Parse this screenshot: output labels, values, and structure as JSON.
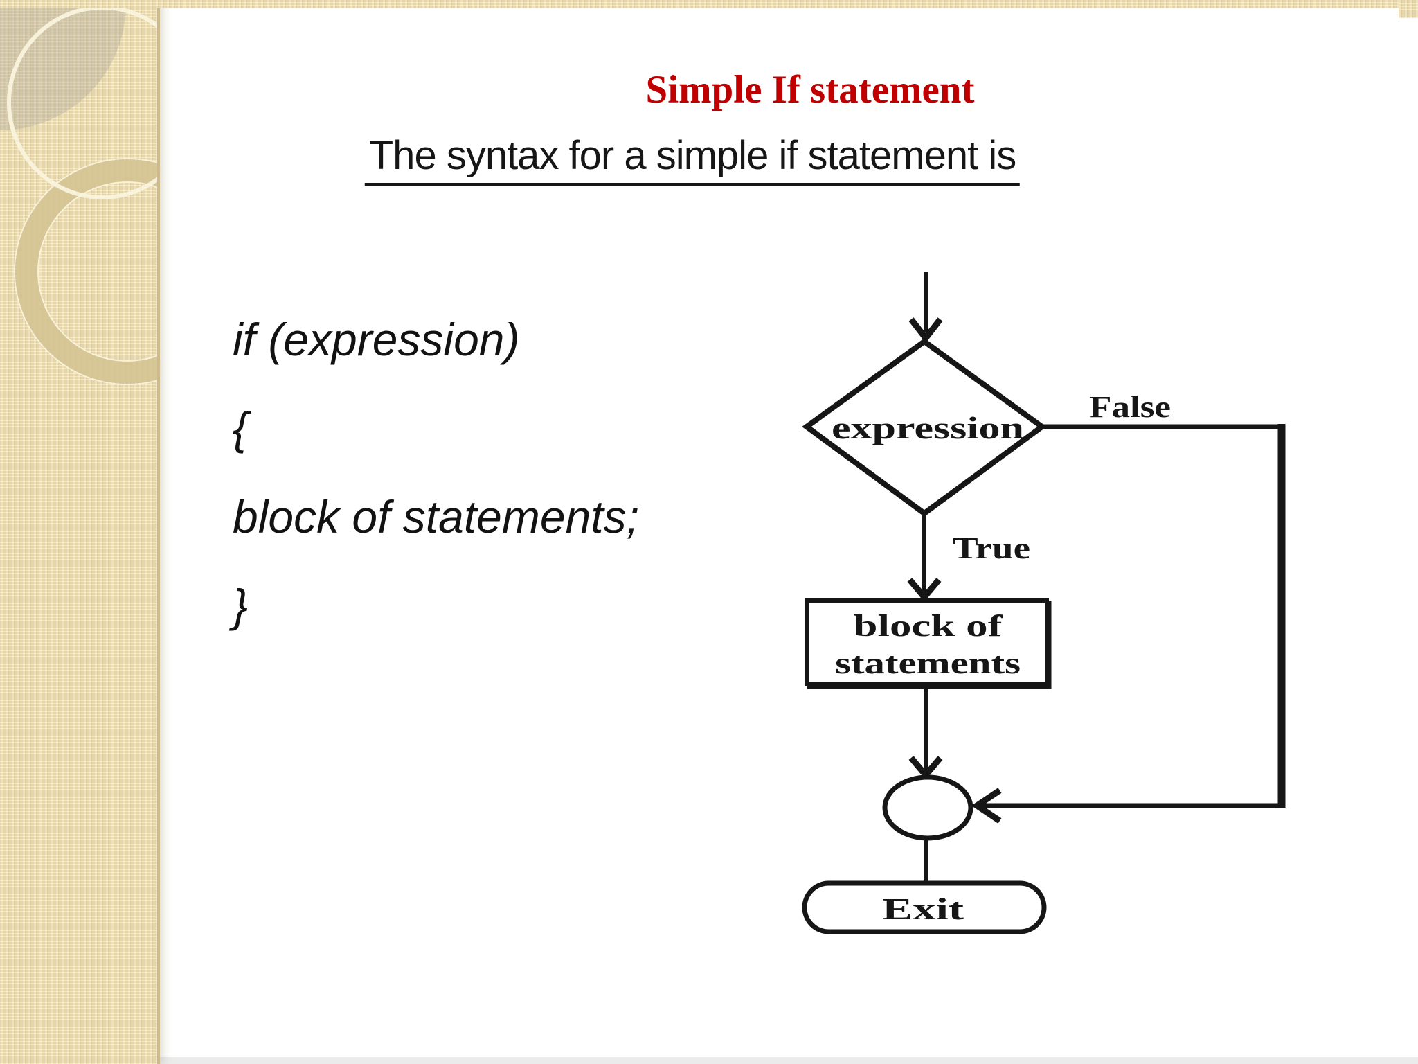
{
  "slide": {
    "title": "Simple If statement",
    "subtitle": "The syntax for a simple if statement is",
    "code_lines": [
      "if (expression)",
      "{",
      "block of statements;",
      "}"
    ]
  },
  "flowchart": {
    "decision_label": "expression",
    "true_label": "True",
    "false_label": "False",
    "process_label_line1": "block of",
    "process_label_line2": "statements",
    "exit_label": "Exit"
  },
  "colors": {
    "title_red": "#c00000",
    "ink": "#161616",
    "band_beige": "#e9dcae",
    "band_edge": "#cdbb8e",
    "ornament_cream": "#faf3dd",
    "ornament_tan": "#d5c494",
    "corner_grey": "#b6afa0",
    "bottom_strip_grey": "#ebebeb"
  }
}
